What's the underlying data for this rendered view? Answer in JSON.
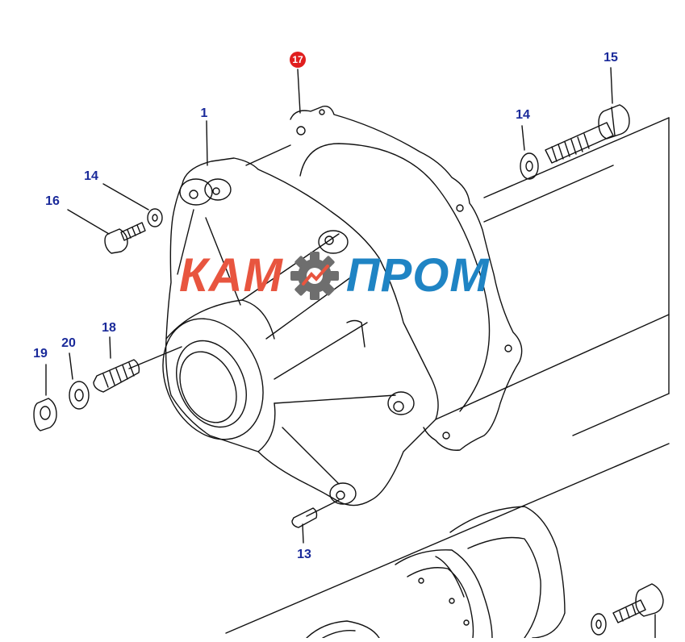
{
  "diagram": {
    "callouts": [
      {
        "id": "c17",
        "label": "17",
        "highlighted": true
      },
      {
        "id": "c15",
        "label": "15",
        "highlighted": false
      },
      {
        "id": "c1",
        "label": "1",
        "highlighted": false
      },
      {
        "id": "c14a",
        "label": "14",
        "highlighted": false
      },
      {
        "id": "c14b",
        "label": "14",
        "highlighted": false
      },
      {
        "id": "c16",
        "label": "16",
        "highlighted": false
      },
      {
        "id": "c18",
        "label": "18",
        "highlighted": false
      },
      {
        "id": "c19",
        "label": "19",
        "highlighted": false
      },
      {
        "id": "c20",
        "label": "20",
        "highlighted": false
      },
      {
        "id": "c13",
        "label": "13",
        "highlighted": false
      }
    ],
    "colors": {
      "callout_text": "#1a2a9a",
      "highlight": "#e01e1e",
      "line": "#111111"
    }
  },
  "watermark": {
    "word1": "КАМ",
    "word2": "ПРОМ",
    "color1": "#e8553f",
    "color2": "#1f84c4",
    "icon": "gear-icon"
  }
}
